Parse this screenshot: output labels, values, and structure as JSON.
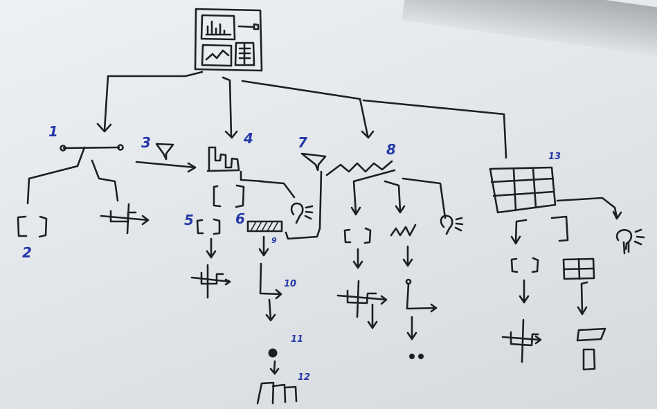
{
  "diagram": {
    "labels": {
      "n1": "1",
      "n2": "2",
      "n3": "3",
      "n4": "4",
      "n5": "5",
      "n6": "6",
      "n7": "7",
      "n8": "8",
      "n9": "9",
      "n10": "10",
      "n11": "11",
      "n12": "12",
      "n13": "13"
    },
    "colors": {
      "ink": "#1d1f22",
      "number_ink": "#2438a8",
      "whiteboard": "#e8ebee"
    }
  }
}
